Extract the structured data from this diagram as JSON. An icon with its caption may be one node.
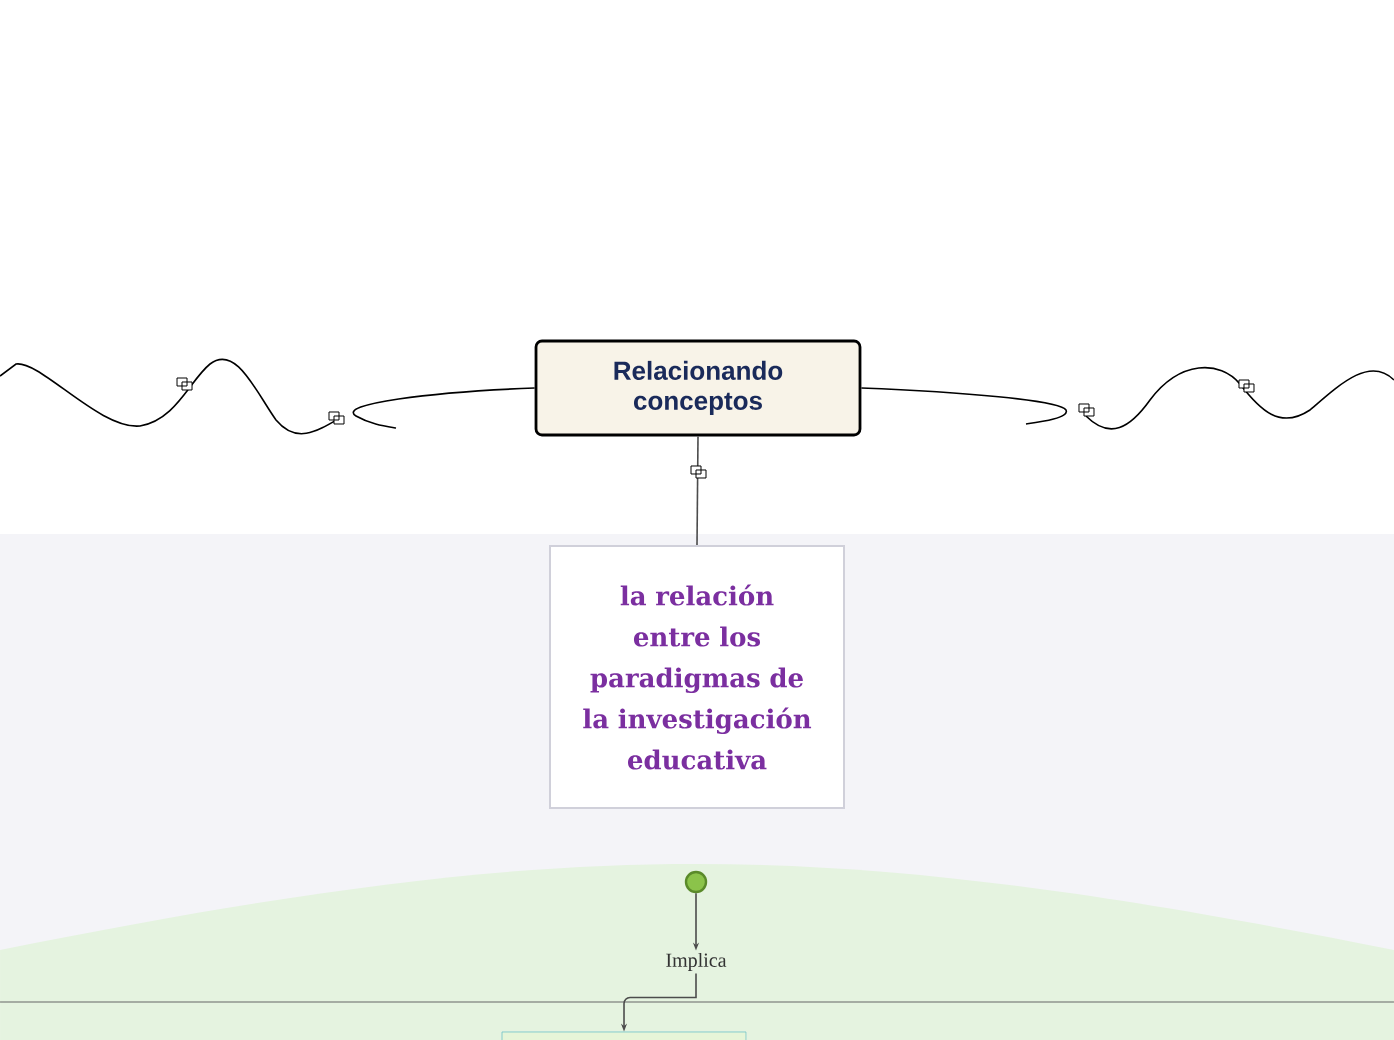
{
  "diagram": {
    "nodes": [
      {
        "text": [
          "Relacionando conceptos"
        ]
      },
      {
        "text": [
          "la relación entre los paradigmas de la investigación educativa"
        ]
      },
      {
        "text": [],
        "shape": "circle"
      },
      {
        "text": [
          "Implica"
        ]
      },
      {
        "text": [],
        "shape": "box"
      }
    ],
    "edges": [
      {
        "from": 0,
        "to": 1,
        "arrow": "none"
      },
      {
        "from": 2,
        "to": 3,
        "arrow": "to"
      },
      {
        "from": 3,
        "to": 4,
        "arrow": "to"
      },
      {
        "from": 0,
        "to": null,
        "arrow": "none"
      },
      {
        "from": 0,
        "to": null,
        "arrow": "none"
      }
    ]
  }
}
